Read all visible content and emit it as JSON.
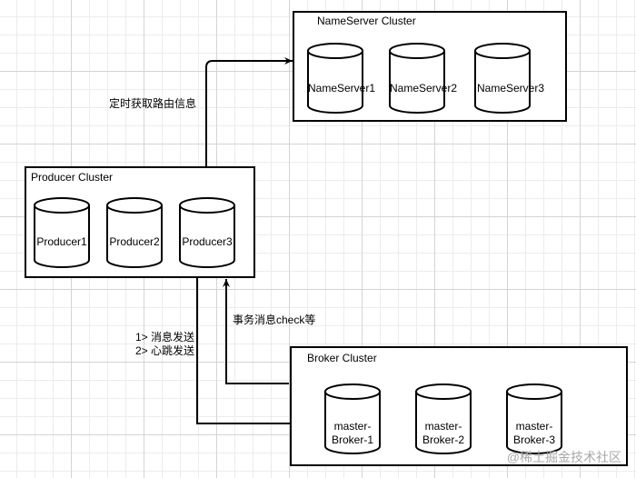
{
  "clusters": {
    "nameserver": {
      "title": "NameServer Cluster",
      "nodes": [
        {
          "label": "NameServer1"
        },
        {
          "label": "NameServer2"
        },
        {
          "label": "NameServer3"
        }
      ]
    },
    "producer": {
      "title": "Producer Cluster",
      "nodes": [
        {
          "label": "Producer1"
        },
        {
          "label": "Producer2"
        },
        {
          "label": "Producer3"
        }
      ]
    },
    "broker": {
      "title": "Broker Cluster",
      "nodes": [
        {
          "line1": "master-",
          "line2": "Broker-1"
        },
        {
          "line1": "master-",
          "line2": "Broker-2"
        },
        {
          "line1": "master-",
          "line2": "Broker-3"
        }
      ]
    }
  },
  "edges": {
    "route_fetch": "定时获取路由信息",
    "transaction_check": "事务消息check等",
    "send_line1": "1> 消息发送",
    "send_line2": "2> 心跳发送"
  },
  "watermark": "@稀土掘金技术社区"
}
